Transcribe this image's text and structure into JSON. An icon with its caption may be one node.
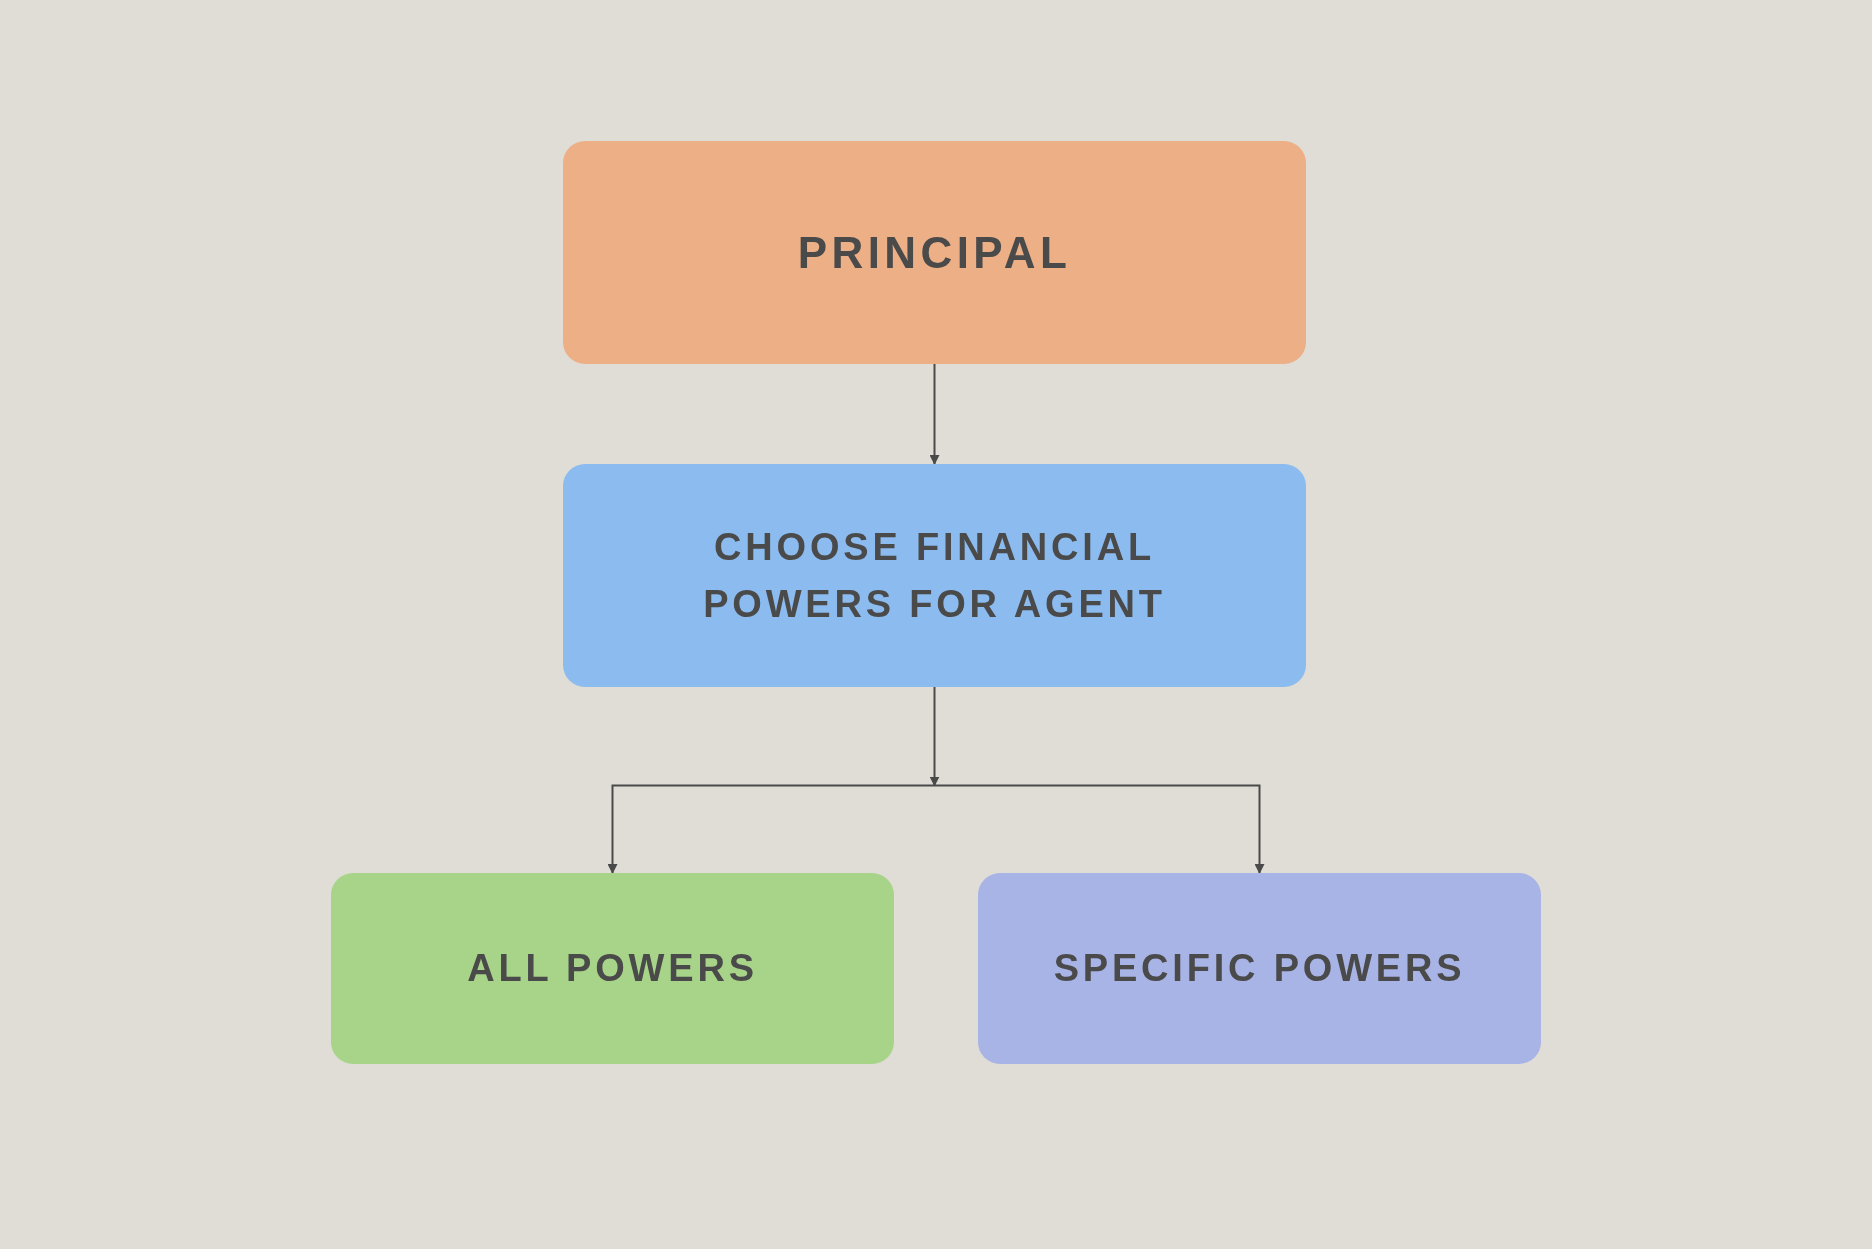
{
  "diagram": {
    "nodes": [
      {
        "text": [
          "PRINCIPAL"
        ]
      },
      {
        "text": [
          "CHOOSE FINANCIAL POWERS FOR AGENT"
        ]
      },
      {
        "text": [
          "ALL POWERS"
        ]
      },
      {
        "text": [
          "SPECIFIC POWERS"
        ]
      }
    ],
    "edges": [
      {
        "from": 0,
        "to": 1,
        "arrow": "to"
      },
      {
        "from": 1,
        "to": 2,
        "arrow": "to"
      },
      {
        "from": 1,
        "to": 3,
        "arrow": "to"
      }
    ]
  }
}
